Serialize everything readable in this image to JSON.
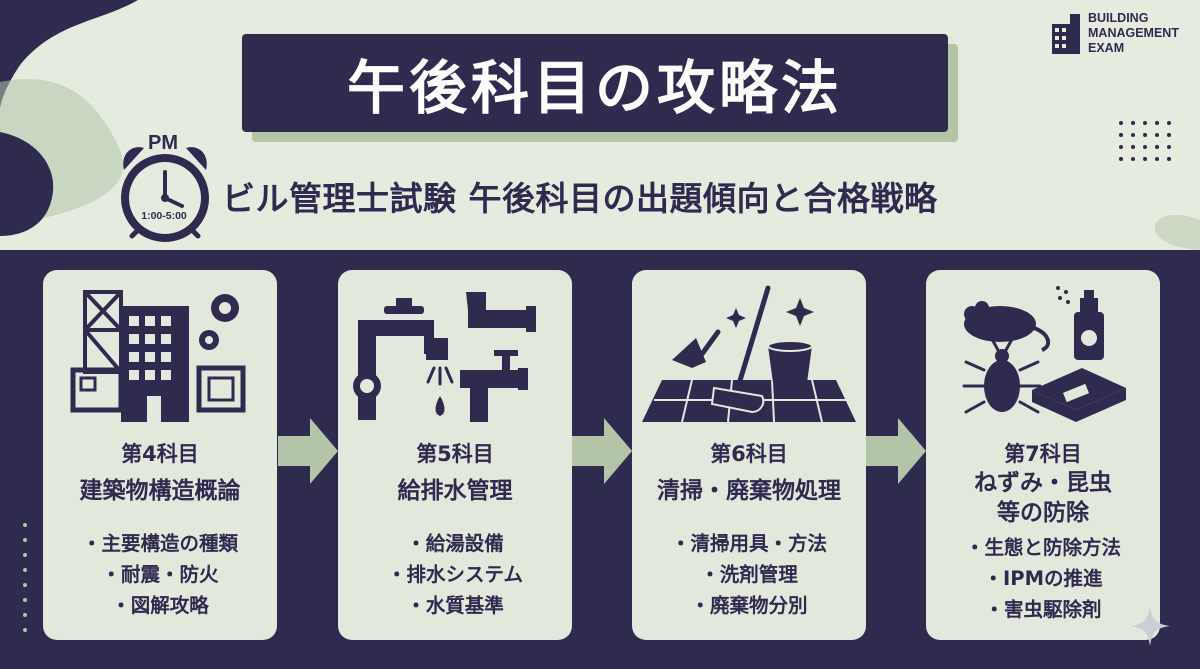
{
  "title": "午後科目の攻略法",
  "subtitle": "ビル管理士試験 午後科目の出題傾向と合格戦略",
  "logo": {
    "lines": [
      "BUILDING",
      "MANAGEMENT",
      "EXAM"
    ],
    "icon": "building-logo-icon"
  },
  "clock": {
    "label": "PM",
    "time": "1:00-5:00",
    "icon": "alarm-clock-icon"
  },
  "subjects": [
    {
      "number": "第4科目",
      "name": "建築物構造概論",
      "icon": "building-structure-icon",
      "points": [
        "・主要構造の種類",
        "・耐震・防火",
        "・図解攻略"
      ]
    },
    {
      "number": "第5科目",
      "name": "給排水管理",
      "icon": "faucet-pipes-icon",
      "points": [
        "・給湯設備",
        "・排水システム",
        "・水質基準"
      ]
    },
    {
      "number": "第6科目",
      "name": "清掃・廃棄物処理",
      "icon": "cleaning-tools-icon",
      "points": [
        "・清掃用具・方法",
        "・洗剤管理",
        "・廃棄物分別"
      ]
    },
    {
      "number": "第7科目",
      "name_lines": [
        "ねずみ・昆虫",
        "等の防除"
      ],
      "icon": "pest-control-icon",
      "points": [
        "・生態と防除方法",
        "・IPMの推進",
        "・害虫駆除剤"
      ]
    }
  ],
  "colors": {
    "navy": "#2f2b4f",
    "light": "#e2e9dc",
    "sage": "#b3c4a8"
  }
}
